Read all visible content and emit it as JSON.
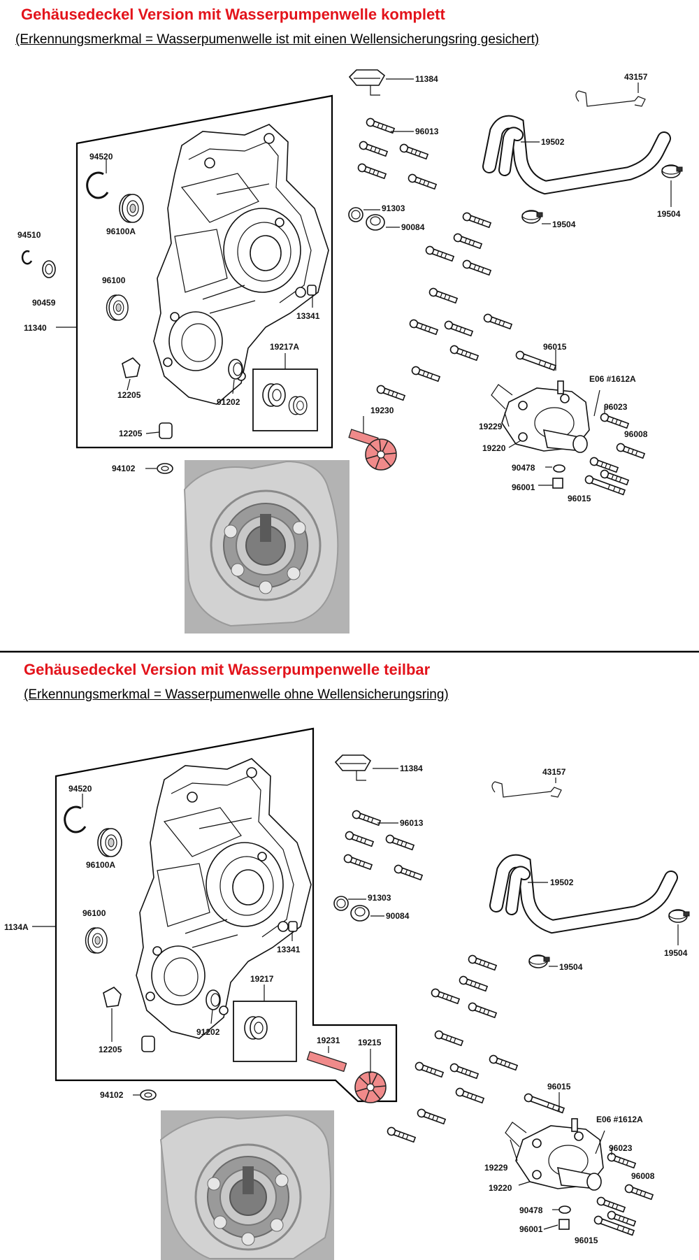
{
  "sections": [
    {
      "title": "Gehäusedeckel Version mit Wasserpumpenwelle komplett",
      "subtitle": "(Erkennungsmerkmal = Wasserpumenwelle ist mit einen Wellensicherungsring gesichert)",
      "labels": {
        "l11384": "11384",
        "l96013": "96013",
        "l43157": "43157",
        "l19502": "19502",
        "l19504a": "19504",
        "l19504b": "19504",
        "l91303": "91303",
        "l90084": "90084",
        "l94520": "94520",
        "l96100A": "96100A",
        "l94510": "94510",
        "l90459": "90459",
        "l96100": "96100",
        "l13341": "13341",
        "l11340": "11340",
        "l19217A": "19217A",
        "l12205a": "12205",
        "l91202": "91202",
        "l12205b": "12205",
        "l19230": "19230",
        "l96015a": "96015",
        "lE06": "E06 #1612A",
        "l96023": "96023",
        "l19229": "19229",
        "l96008": "96008",
        "l19220": "19220",
        "l90478": "90478",
        "l96001": "96001",
        "l96015b": "96015",
        "l94102": "94102"
      }
    },
    {
      "title": "Gehäusedeckel Version mit Wasserpumpenwelle teilbar",
      "subtitle": "(Erkennungsmerkmal = Wasserpumenwelle ohne Wellensicherungsring)",
      "labels": {
        "l11384": "11384",
        "l96013": "96013",
        "l43157": "43157",
        "l19502": "19502",
        "l19504a": "19504",
        "l19504b": "19504",
        "l91303": "91303",
        "l90084": "90084",
        "l94520": "94520",
        "l96100A": "96100A",
        "l96100": "96100",
        "l1134A": "1134A",
        "l13341": "13341",
        "l19217": "19217",
        "l12205": "12205",
        "l91202": "91202",
        "l19231": "19231",
        "l19215": "19215",
        "l96015a": "96015",
        "lE06": "E06 #1612A",
        "l96023": "96023",
        "l19229": "19229",
        "l96008": "96008",
        "l19220": "19220",
        "l90478": "90478",
        "l96001": "96001",
        "l96015b": "96015",
        "l94102": "94102"
      }
    }
  ],
  "colors": {
    "title_red": "#e3131b",
    "highlight_part": "#f08a8a",
    "divider": "#000000"
  }
}
